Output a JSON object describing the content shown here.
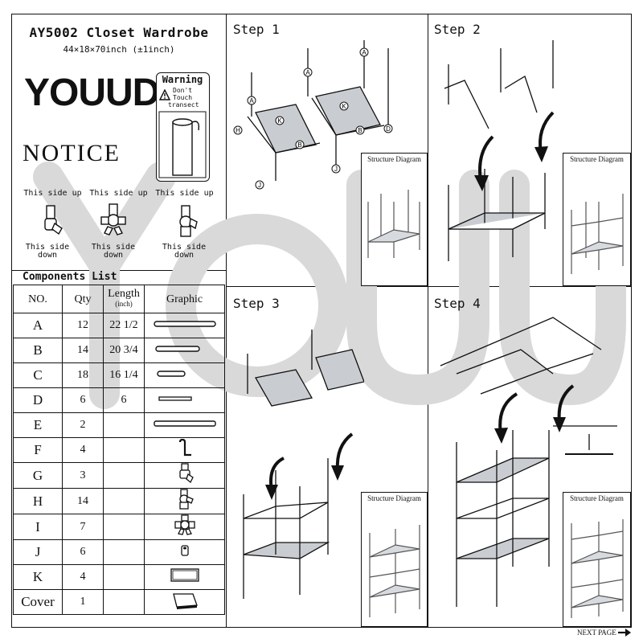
{
  "header": {
    "model": "AY5002 Closet Wardrobe",
    "dimensions": "44×18×70inch (±1inch)"
  },
  "brand": {
    "logo_text": "YOUUD"
  },
  "warning": {
    "title": "Warning",
    "line1": "Don't",
    "line2": "Touch",
    "line3": "transect"
  },
  "notice": {
    "title": "NOTICE",
    "up_label": "This side up",
    "down_label_1": "This side",
    "down_label_2": "down"
  },
  "components": {
    "title": "Components List",
    "headers": {
      "no": "NO.",
      "qty": "Qty",
      "length": "Length",
      "length_unit": "(inch)",
      "graphic": "Graphic"
    },
    "rows": [
      {
        "no": "A",
        "qty": "12",
        "length": "22 1/2",
        "graphic": "long-tube-icon"
      },
      {
        "no": "B",
        "qty": "14",
        "length": "20 3/4",
        "graphic": "medium-tube-icon"
      },
      {
        "no": "C",
        "qty": "18",
        "length": "16 1/4",
        "graphic": "short-tube-icon"
      },
      {
        "no": "D",
        "qty": "6",
        "length": "6",
        "graphic": "rod-icon"
      },
      {
        "no": "E",
        "qty": "2",
        "length": "",
        "graphic": "bar-icon"
      },
      {
        "no": "F",
        "qty": "4",
        "length": "",
        "graphic": "hook-icon"
      },
      {
        "no": "G",
        "qty": "3",
        "length": "",
        "graphic": "elbow-connector-icon"
      },
      {
        "no": "H",
        "qty": "14",
        "length": "",
        "graphic": "three-way-connector-icon"
      },
      {
        "no": "I",
        "qty": "7",
        "length": "",
        "graphic": "four-way-connector-icon"
      },
      {
        "no": "J",
        "qty": "6",
        "length": "",
        "graphic": "foot-cap-icon"
      },
      {
        "no": "K",
        "qty": "4",
        "length": "",
        "graphic": "shelf-panel-icon"
      },
      {
        "no": "Cover",
        "qty": "1",
        "length": "",
        "graphic": "cover-icon"
      }
    ]
  },
  "steps": [
    {
      "title": "Step 1",
      "structure_label": "Structure Diagram"
    },
    {
      "title": "Step 2",
      "structure_label": "Structure Diagram"
    },
    {
      "title": "Step 3",
      "structure_label": "Structure Diagram"
    },
    {
      "title": "Step 4",
      "structure_label": "Structure Diagram"
    }
  ],
  "footer": {
    "next_page": "NEXT PAGE"
  }
}
